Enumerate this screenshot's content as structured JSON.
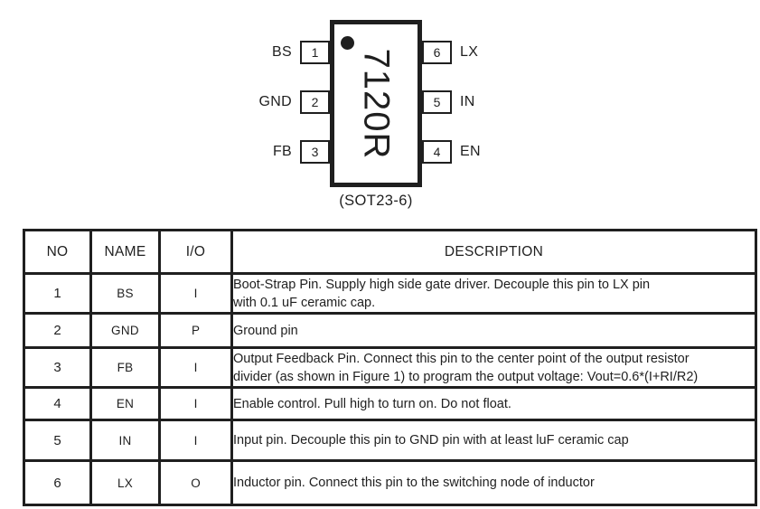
{
  "colors": {
    "ink": "#1f1f1f",
    "background": "#ffffff"
  },
  "diagram": {
    "chip_label": "7120R",
    "package_caption": "(SOT23-6)",
    "left_pins": [
      {
        "number": "1",
        "name": "BS"
      },
      {
        "number": "2",
        "name": "GND"
      },
      {
        "number": "3",
        "name": "FB"
      }
    ],
    "right_pins": [
      {
        "number": "6",
        "name": "LX"
      },
      {
        "number": "5",
        "name": "IN"
      },
      {
        "number": "4",
        "name": "EN"
      }
    ]
  },
  "table": {
    "headers": [
      "NO",
      "NAME",
      "I/O",
      "DESCRIPTION"
    ],
    "rows": [
      {
        "no": "1",
        "name": "BS",
        "io": "I",
        "description": "Boot-Strap Pin. Supply high side gate driver. Decouple this pin to LX pin\nwith 0.1 uF ceramic cap."
      },
      {
        "no": "2",
        "name": "GND",
        "io": "P",
        "description": "Ground pin"
      },
      {
        "no": "3",
        "name": "FB",
        "io": "I",
        "description": "Output Feedback Pin. Connect this pin to the center point of the output resistor\ndivider (as shown in Figure 1) to program the output voltage: Vout=0.6*(I+RI/R2)"
      },
      {
        "no": "4",
        "name": "EN",
        "io": "I",
        "description": "Enable control. Pull high to turn on. Do not float."
      },
      {
        "no": "5",
        "name": "IN",
        "io": "I",
        "description": "Input pin. Decouple this pin to GND pin with at least luF ceramic cap"
      },
      {
        "no": "6",
        "name": "LX",
        "io": "O",
        "description": "Inductor pin. Connect this pin to the switching node of inductor"
      }
    ]
  }
}
